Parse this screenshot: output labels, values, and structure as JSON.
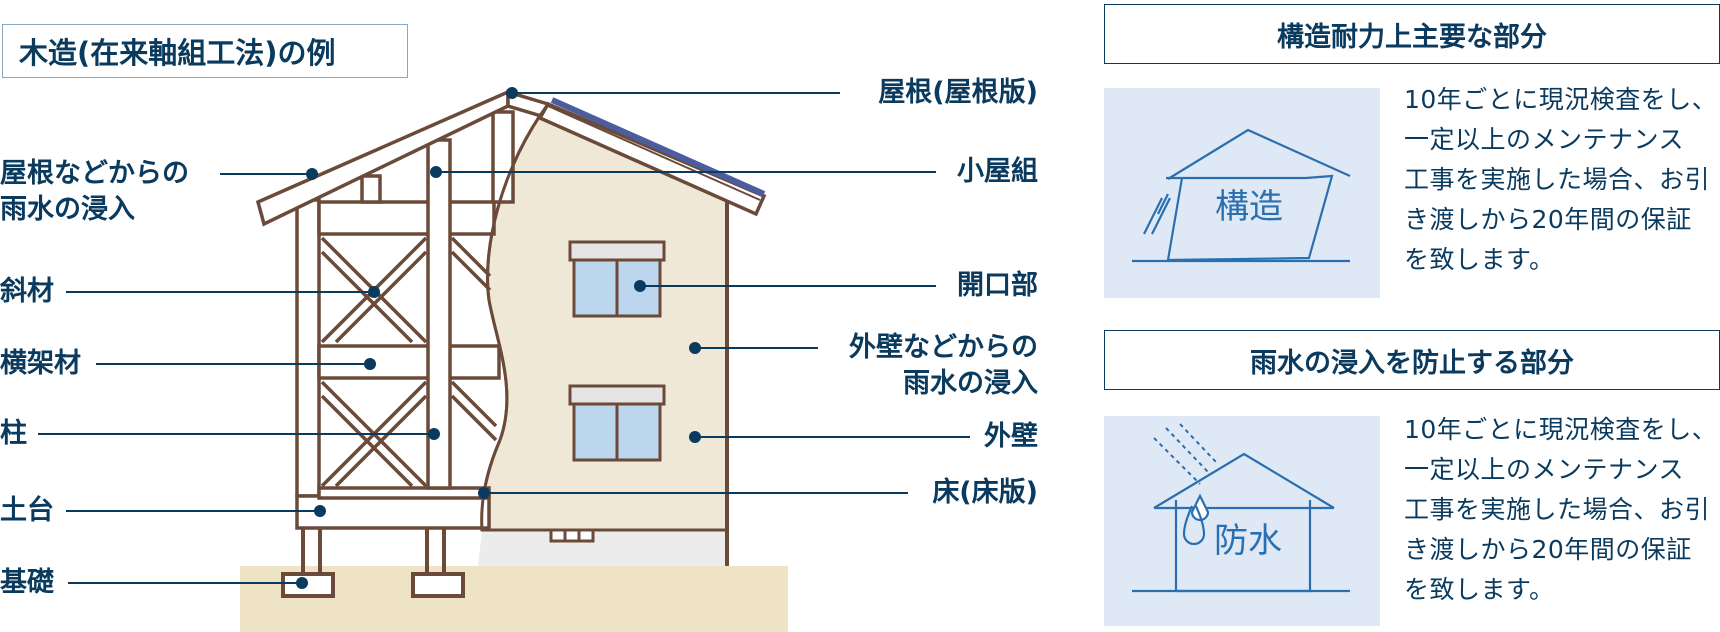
{
  "diagram": {
    "title": "木造(在来軸組工法)の例",
    "left_labels": {
      "roof_rain_1": "屋根などからの",
      "roof_rain_2": "雨水の浸入",
      "diagonal": "斜材",
      "beam": "横架材",
      "pillar": "柱",
      "sill": "土台",
      "foundation": "基礎"
    },
    "right_labels": {
      "roof": "屋根(屋根版)",
      "truss": "小屋組",
      "opening": "開口部",
      "wall_rain_1": "外壁などからの",
      "wall_rain_2": "雨水の浸入",
      "exterior_wall": "外壁",
      "floor": "床(床版)"
    }
  },
  "panels": [
    {
      "heading": "構造耐力上主要な部分",
      "icon_label": "構造",
      "description": [
        "10年ごとに現況検査をし、",
        "一定以上のメンテナンス",
        "工事を実施した場合、お引",
        "き渡しから20年間の保証",
        "を致します。"
      ]
    },
    {
      "heading": "雨水の浸入を防止する部分",
      "icon_label": "防水",
      "description": [
        "10年ごとに現況検査をし、",
        "一定以上のメンテナンス",
        "工事を実施した場合、お引",
        "き渡しから20年間の保証",
        "を致します。"
      ]
    }
  ],
  "colors": {
    "brand_navy": "#0a3a5e",
    "frame_brown": "#6b4a3a",
    "wall_beige": "#efe8d6",
    "ground_tan": "#eee3c5",
    "window_blue": "#bcd6ee",
    "icon_bg": "#dfe9f6",
    "icon_line": "#2a6fb0"
  }
}
